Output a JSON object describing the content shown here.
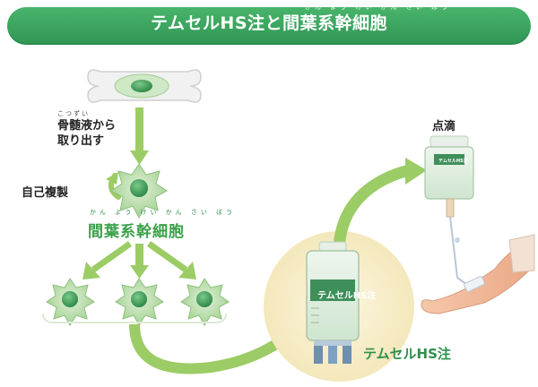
{
  "header": {
    "title": "テムセルHS注と間葉系幹細胞",
    "ruby": "かん よう けい かん さい ぼう"
  },
  "labels": {
    "extract_ruby": "こつずい",
    "extract": "骨髄液から\n取り出す",
    "self_copy": "自己複製",
    "msc_ruby": "かん よう けい かん さい ぼう",
    "msc": "間葉系幹細胞",
    "drip": "点滴",
    "product": "テムセルHS注",
    "bag_label_big": "テムセルHS注",
    "bag_label_small": "テムセルHS注"
  },
  "colors": {
    "banner": "#3aa55e",
    "arrow": "#9ccc65",
    "cell_body": "#b9dca9",
    "cell_nucleus": "#3d9a52",
    "circle_bg": "#f7eecb",
    "bag": "#d9ecd8",
    "bag_label": "#3f8f5a"
  },
  "icons": [
    "bone-icon",
    "cell-icon",
    "iv-bag-icon",
    "iv-drip-icon",
    "arm-icon",
    "cycle-arrow-icon"
  ]
}
